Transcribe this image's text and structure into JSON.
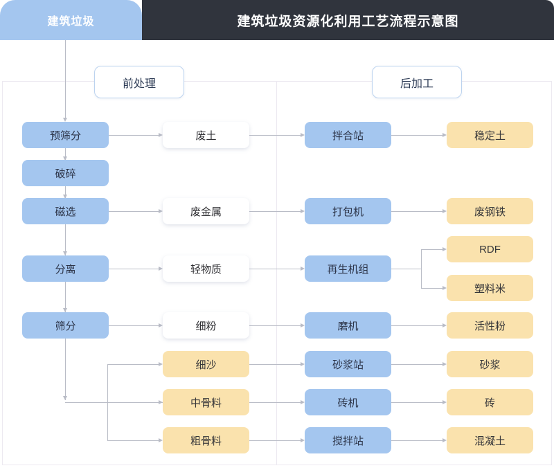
{
  "header": {
    "tab_label": "建筑垃圾",
    "title": "建筑垃圾资源化利用工艺流程示意图",
    "tab_color": "#a4c6ef",
    "titlebar_color": "#30343d"
  },
  "sections": {
    "left_label": "前处理",
    "right_label": "后加工"
  },
  "palette": {
    "process_blue": "#a4c6ef",
    "product_yellow": "#fae2ad",
    "intermediate_white": "#ffffff",
    "connector_gray": "#b9bcc6",
    "frame_border": "#ece9f1"
  },
  "nodes": {
    "process_column": [
      {
        "id": "pre-screen",
        "label": "预筛分",
        "kind": "blue"
      },
      {
        "id": "crush",
        "label": "破碎",
        "kind": "blue"
      },
      {
        "id": "magnetic",
        "label": "磁选",
        "kind": "blue"
      },
      {
        "id": "separate",
        "label": "分离",
        "kind": "blue"
      },
      {
        "id": "screen",
        "label": "筛分",
        "kind": "blue"
      }
    ],
    "material_column": [
      {
        "id": "waste-soil",
        "label": "废土",
        "kind": "white"
      },
      {
        "id": "waste-metal",
        "label": "废金属",
        "kind": "white"
      },
      {
        "id": "light-matter",
        "label": "轻物质",
        "kind": "white"
      },
      {
        "id": "fine-powder",
        "label": "细粉",
        "kind": "white"
      },
      {
        "id": "fine-sand",
        "label": "细沙",
        "kind": "yellow"
      },
      {
        "id": "mid-agg",
        "label": "中骨料",
        "kind": "yellow"
      },
      {
        "id": "coarse-agg",
        "label": "粗骨料",
        "kind": "yellow"
      }
    ],
    "equipment_column": [
      {
        "id": "mixing-station",
        "label": "拌合站",
        "kind": "blue"
      },
      {
        "id": "baler",
        "label": "打包机",
        "kind": "blue"
      },
      {
        "id": "regen-unit",
        "label": "再生机组",
        "kind": "blue"
      },
      {
        "id": "mill",
        "label": "磨机",
        "kind": "blue"
      },
      {
        "id": "mortar-station",
        "label": "砂浆站",
        "kind": "blue"
      },
      {
        "id": "brick-machine",
        "label": "砖机",
        "kind": "blue"
      },
      {
        "id": "batching-plant",
        "label": "搅拌站",
        "kind": "blue"
      }
    ],
    "product_column": [
      {
        "id": "stabilized-soil",
        "label": "稳定土",
        "kind": "yellow"
      },
      {
        "id": "scrap-steel",
        "label": "废钢铁",
        "kind": "yellow"
      },
      {
        "id": "rdf",
        "label": "RDF",
        "kind": "yellow"
      },
      {
        "id": "plastic-pellet",
        "label": "塑料米",
        "kind": "yellow"
      },
      {
        "id": "active-powder",
        "label": "活性粉",
        "kind": "yellow"
      },
      {
        "id": "mortar",
        "label": "砂浆",
        "kind": "yellow"
      },
      {
        "id": "brick",
        "label": "砖",
        "kind": "yellow"
      },
      {
        "id": "concrete",
        "label": "混凝土",
        "kind": "yellow"
      }
    ]
  }
}
